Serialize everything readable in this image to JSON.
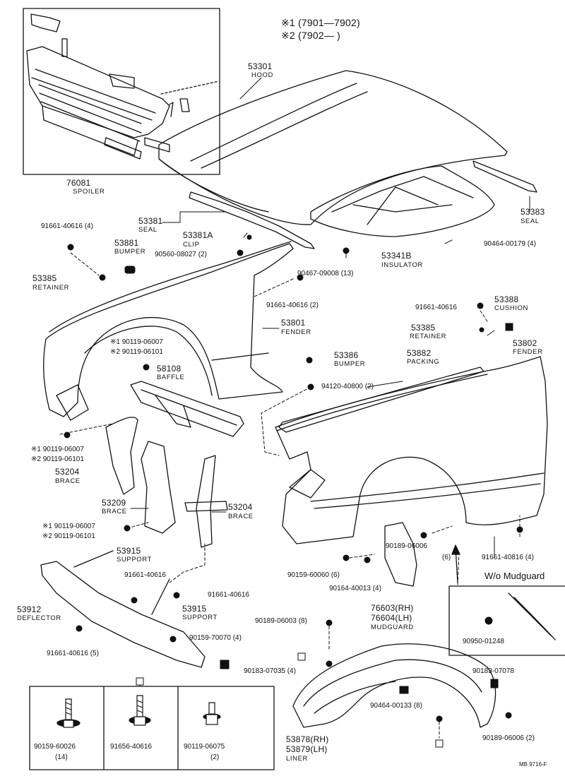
{
  "legend": {
    "line1": "※1 (7901—7902)",
    "line2": "※2 (7902—        )"
  },
  "labels": {
    "spoiler_no": "76081",
    "spoiler": "SPOILER",
    "hood_no": "53301",
    "hood": "HOOD",
    "seal_no": "53381",
    "seal": "SEAL",
    "clip_no": "53381A",
    "clip": "CLIP",
    "seal2_no": "53383",
    "seal2": "SEAL",
    "insulator_no": "53341B",
    "insulator": "INSULATOR",
    "fender_no": "53801",
    "fender": "FENDER",
    "fender2_no": "53802",
    "fender2": "FENDER",
    "retainer_no": "53385",
    "retainer": "RETAINER",
    "retainer2_no": "53385",
    "retainer2": "RETAINER",
    "bumper_no": "53881",
    "bumper": "BUMPER",
    "bumper2_no": "53386",
    "bumper2": "BUMPER",
    "cushion_no": "53388",
    "cushion": "CUSHION",
    "packing_no": "53882",
    "packing": "PACKING",
    "baffle_no": "58108",
    "baffle": "BAFFLE",
    "brace1_no": "53204",
    "brace1": "BRACE",
    "brace2_no": "53209",
    "brace2": "BRACE",
    "brace3_no": "53204",
    "brace3": "BRACE",
    "support1_no": "53915",
    "support1": "SUPPORT",
    "support2_no": "53915",
    "support2": "SUPPORT",
    "deflector_no": "53912",
    "deflector": "DEFLECTOR",
    "mudguard_no": "76603(RH)",
    "mudguard_no2": "76604(LH)",
    "mudguard": "MUDGUARD",
    "liner_no": "53878(RH)",
    "liner_no2": "53879(LH)",
    "liner": "LINER",
    "wo_mudguard": "W/o Mudguard"
  },
  "fasteners": {
    "f1": "91661-40616 (4)",
    "f2": "90560-08027 (2)",
    "f3": "90464-00179 (4)",
    "f4": "90467-09008 (13)",
    "f5": "91661-40616 (2)",
    "f6": "91661-40616",
    "f7a": "※1 90119-06007",
    "f7b": "※2 90119-06101",
    "f8": "94120-40800 (2)",
    "f9a": "※1 90119-06007",
    "f9b": "※2 90119-06101",
    "f10a": "※1 90119-06007",
    "f10b": "※2 90119-06101",
    "f11": "91661-40616",
    "f12": "91661-40616",
    "f13": "90189-06006",
    "f13q": "(6)",
    "f14": "90159-60060 (6)",
    "f15": "90164-40013 (4)",
    "f16": "91661-40816 (4)",
    "f17": "90189-06003 (8)",
    "f18": "90159-70070 (4)",
    "f19": "91661-40616 (5)",
    "f20": "90183-07035 (4)",
    "f21": "90464-00133 (8)",
    "f22": "90183-07078",
    "f23": "90189-06006 (2)",
    "f24": "90950-01248"
  },
  "hardware_box": {
    "b1": "90159-60026",
    "b1q": "(14)",
    "b2": "91656-40616",
    "b3": "90119-06075",
    "b3q": "(2)"
  },
  "catalog_ref": "MB 9716-F"
}
